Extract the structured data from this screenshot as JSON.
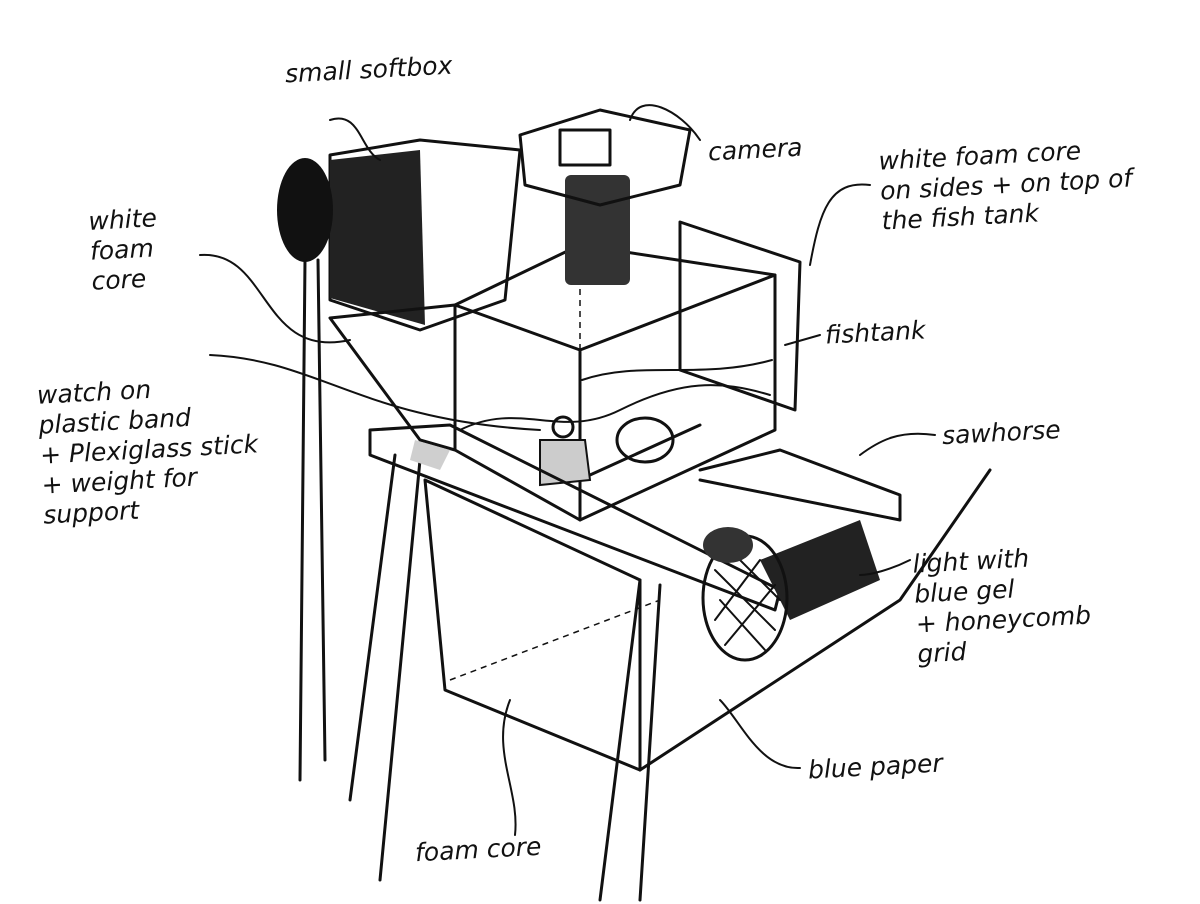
{
  "labels": {
    "softbox": "small softbox",
    "camera": "camera",
    "foam_top": "white foam core\non sides + on top of\nthe fish tank",
    "foam_left": "white\nfoam\ncore",
    "fishtank": "fishtank",
    "watch": "watch on\nplastic band\n+ Plexiglass stick\n+ weight for\nsupport",
    "sawhorse": "sawhorse",
    "light": "light with\nblue gel\n+ honeycomb\ngrid",
    "blue_paper": "blue paper",
    "foam_bottom": "foam core"
  },
  "colors": {
    "ink": "#111111",
    "shade": "#cfcfcf"
  }
}
